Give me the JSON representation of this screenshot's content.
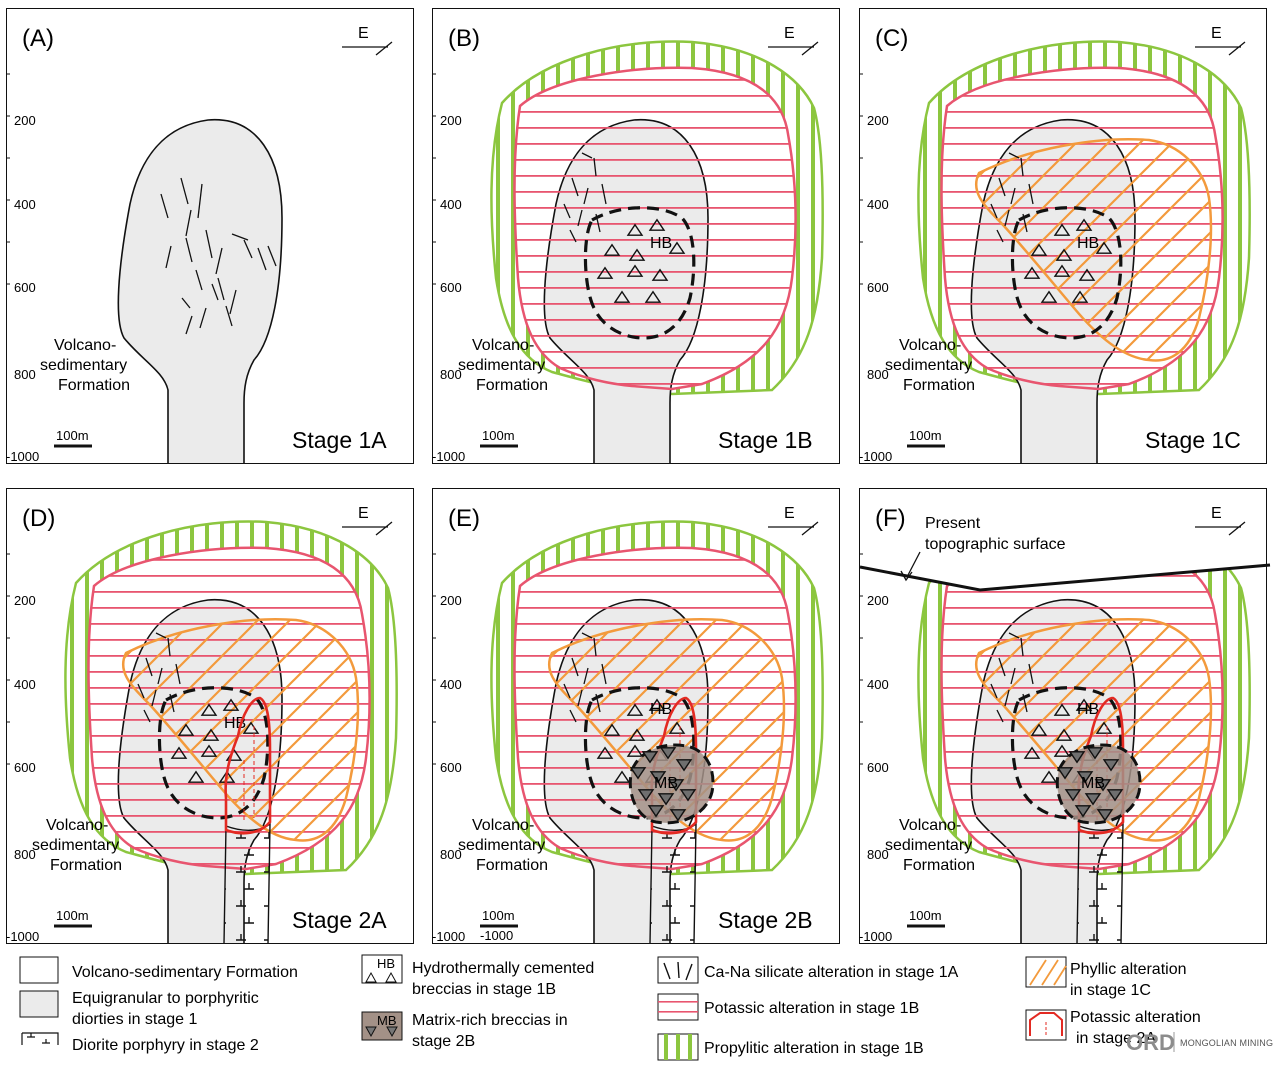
{
  "panels": [
    {
      "letter": "(A)",
      "stage": "Stage 1A"
    },
    {
      "letter": "(B)",
      "stage": "Stage 1B"
    },
    {
      "letter": "(C)",
      "stage": "Stage 1C"
    },
    {
      "letter": "(D)",
      "stage": "Stage 2A"
    },
    {
      "letter": "(E)",
      "stage": "Stage 2B"
    },
    {
      "letter": "(F)",
      "stage": ""
    }
  ],
  "north_arrow": "E",
  "depth_ticks": [
    "200",
    "400",
    "600",
    "800",
    "-1000"
  ],
  "scale_bar": "100m",
  "scale_bar_extra": "-1000",
  "formation_label": [
    "Volcano-",
    "sedimentary",
    "Formation"
  ],
  "breccia_labels": {
    "hb": "HB",
    "mb": "MB"
  },
  "topo_label": [
    "Present",
    "topographic surface"
  ],
  "legend": {
    "volcano": "Volcano-sedimentary Formation",
    "diorite": [
      "Equigranular to porphyritic",
      "diorties in stage 1"
    ],
    "porphyry": "Diorite porphyry in stage 2",
    "hb": [
      "Hydrothermally cemented",
      "breccias in stage 1B"
    ],
    "mb": [
      "Matrix-rich breccias in",
      "stage 2B"
    ],
    "cana": "Ca-Na silicate alteration in stage 1A",
    "potassic1b": "Potassic alteration in stage 1B",
    "propylitic": "Propylitic alteration in stage 1B",
    "phyllic": [
      "Phyllic alteration",
      "in stage 1C"
    ],
    "potassic2a": [
      "Potassic alteration",
      "in stage 2A"
    ]
  },
  "watermark": {
    "logo": "ORD",
    "text": "MONGOLIAN MINING"
  },
  "colors": {
    "propylitic": "#8cc63f",
    "potassic1b": "#e8556f",
    "phyllic": "#f39a3c",
    "potassic2a": "#e32a22",
    "diorite": "#ebebeb",
    "breccia_mb": "#a39187"
  }
}
